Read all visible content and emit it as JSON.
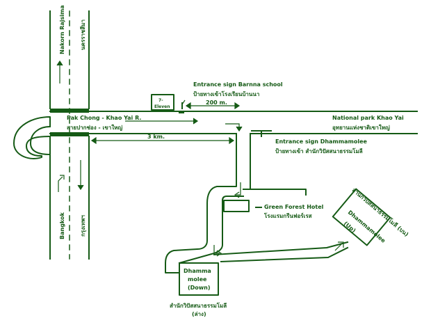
{
  "colors": {
    "ink": "#155a15",
    "paper": "#ffffff"
  },
  "labels": {
    "nakorn_en": "Nakorn Rajsima",
    "nakorn_th": "นครราชสีมา",
    "bangkok_en": "Bangkok",
    "bangkok_th": "กรุงเทพฯ",
    "road_en": "Pak Chong - Khao Yai R.",
    "road_th": "สายปากช่อง - เขาใหญ่",
    "seven_line1": "7-",
    "seven_line2": "Eleven",
    "barnna_en": "Entrance sign Barnna school",
    "barnna_th": "ป้ายทางเข้าโรงเรียนบ้านนา",
    "dist_200": "200 m.",
    "dist_3km": "3 km.",
    "park_en": "National park Khao Yai",
    "park_th": "อุทยานแห่งชาติเขาใหญ่",
    "dham_sign_en": "Entrance sign Dhammamolee",
    "dham_sign_th": "ป้ายทางเข้า สำนักวิปัสสนาธรรมโมลี",
    "gf_en": "Green Forest Hotel",
    "gf_th": "โรงแรมกรีนฟอร์เรส",
    "down_line1": "Dhamma",
    "down_line2": "molee",
    "down_line3": "(Down)",
    "down_th1": "สำนักวิปัสสนาธรรมโมลี",
    "down_th2": "(ล่าง)",
    "up_en1": "Dhammamolee",
    "up_en2": "(Up)",
    "up_th1": "สำนักวิปัสสนาธรรมโมลี (บน)"
  }
}
